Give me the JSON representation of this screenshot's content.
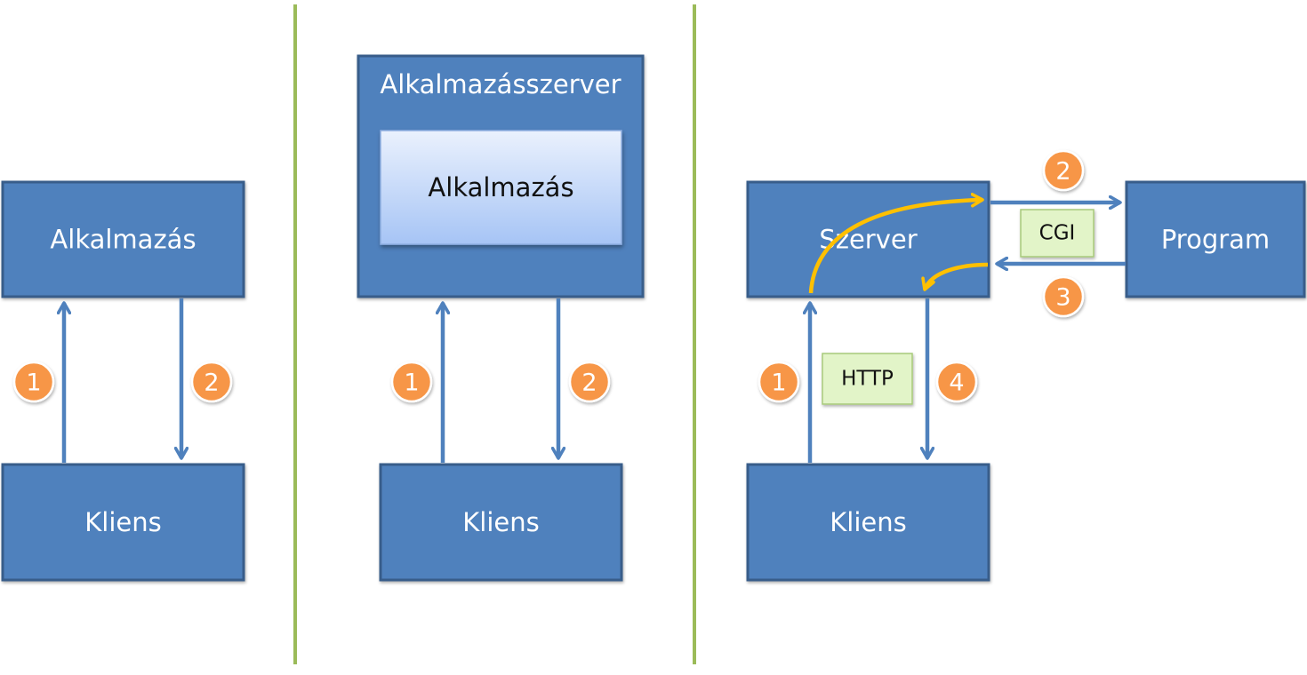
{
  "colors": {
    "box_fill": "#4f81bd",
    "box_stroke": "#385d8a",
    "arrow": "#4f81bd",
    "separator": "#9bbb59",
    "badge_fill": "#f79646",
    "badge_stroke": "#ffffff",
    "proto_fill": "#e2f4c8",
    "proto_stroke": "#a7c97a",
    "cgi_path": "#ffc000"
  },
  "panel1": {
    "app_label": "Alkalmazás",
    "client_label": "Kliens",
    "badge_request": "1",
    "badge_response": "2"
  },
  "panel2": {
    "server_label": "Alkalmazásszerver",
    "inner_app_label": "Alkalmazás",
    "client_label": "Kliens",
    "badge_request": "1",
    "badge_response": "2"
  },
  "panel3": {
    "server_label": "Szerver",
    "program_label": "Program",
    "client_label": "Kliens",
    "protocol_http": "HTTP",
    "protocol_cgi": "CGI",
    "badge_step1": "1",
    "badge_step2": "2",
    "badge_step3": "3",
    "badge_step4": "4"
  }
}
